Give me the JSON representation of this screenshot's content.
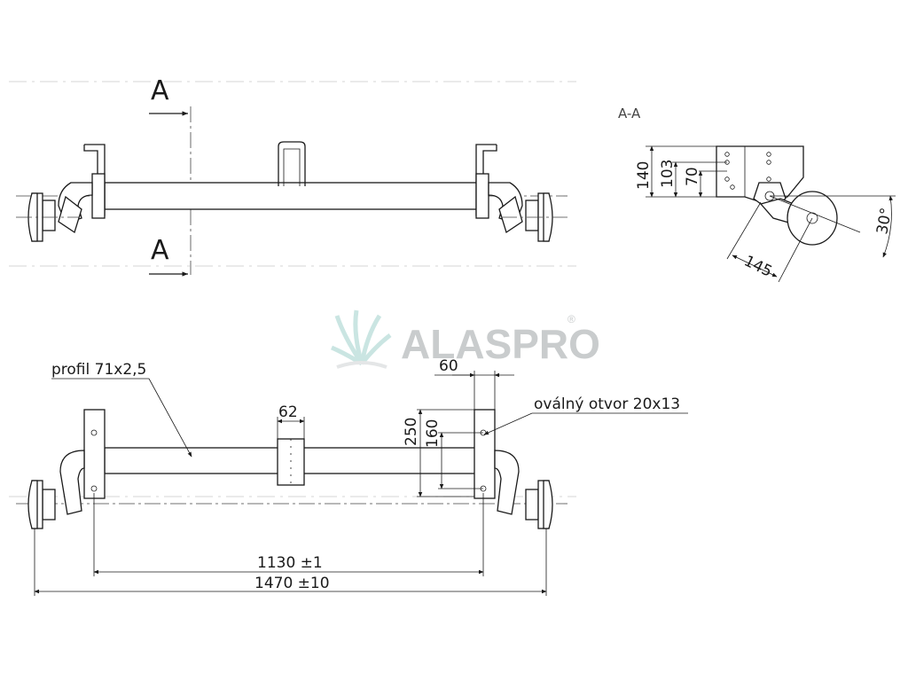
{
  "section_marker": "A",
  "section_view_label": "A-A",
  "section_dims": {
    "d140": "140",
    "d103": "103",
    "d70": "70",
    "d145": "145",
    "angle": "30°"
  },
  "watermark": {
    "brand": "ALASPRO",
    "registered": "®"
  },
  "labels": {
    "profile": "profil 71x2,5",
    "oval_hole": "oválný otvor 20x13"
  },
  "dims": {
    "width_60": "60",
    "width_62": "62",
    "height_250": "250",
    "height_160": "160",
    "span_1130": "1130 ±1",
    "span_1470": "1470 ±10"
  },
  "colors": {
    "line": "#1a1a1a",
    "watermark_gray": "#c9cccd",
    "watermark_teal": "#9fd1cc"
  }
}
